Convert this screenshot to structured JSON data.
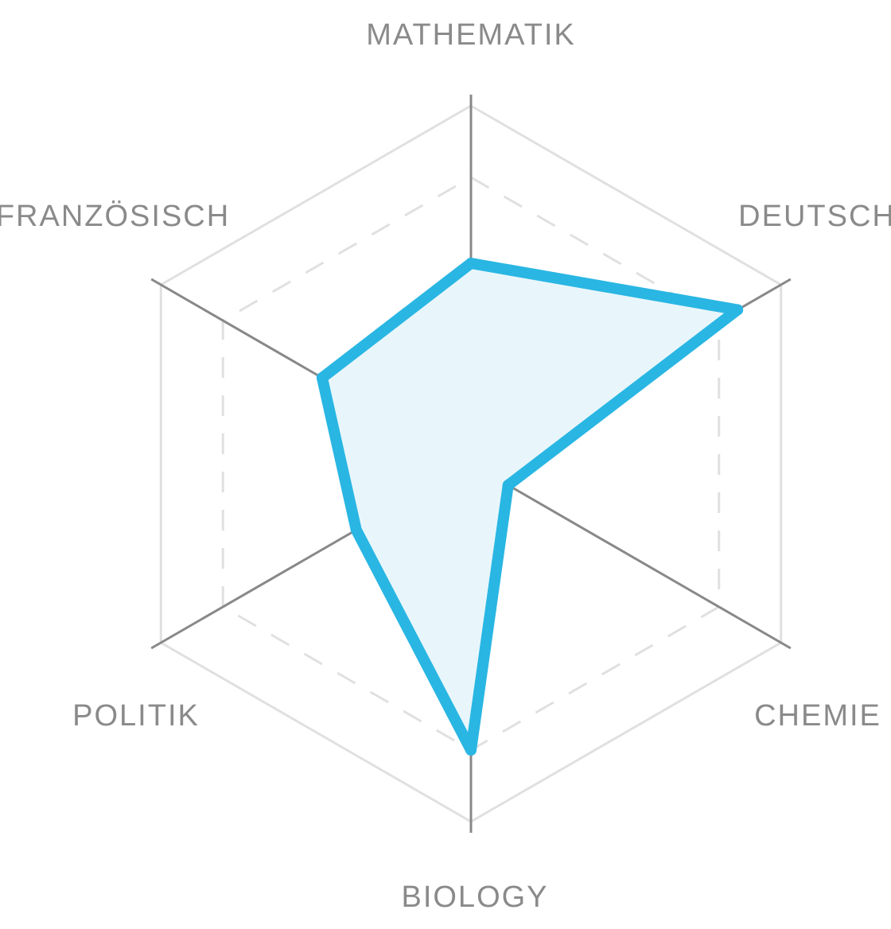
{
  "chart_data": {
    "type": "radar",
    "categories": [
      "MATHEMATIK",
      "DEUTSCH",
      "CHEMIE",
      "BIOLOGY",
      "POLITIK",
      "FRANZÖSISCH"
    ],
    "series": [
      {
        "values": [
          56,
          86,
          12,
          80,
          37,
          48
        ]
      }
    ],
    "range": [
      0,
      100
    ],
    "rings": [
      {
        "value": 80,
        "style": "dashed"
      },
      {
        "value": 100,
        "style": "solid"
      }
    ],
    "grid": true,
    "legend": "none",
    "colors": {
      "series_stroke": "#29b6e3",
      "series_fill": "#e8f6fb",
      "axis": "#888888",
      "grid": "#e0e0e0",
      "label": "#8a8a8a"
    }
  }
}
